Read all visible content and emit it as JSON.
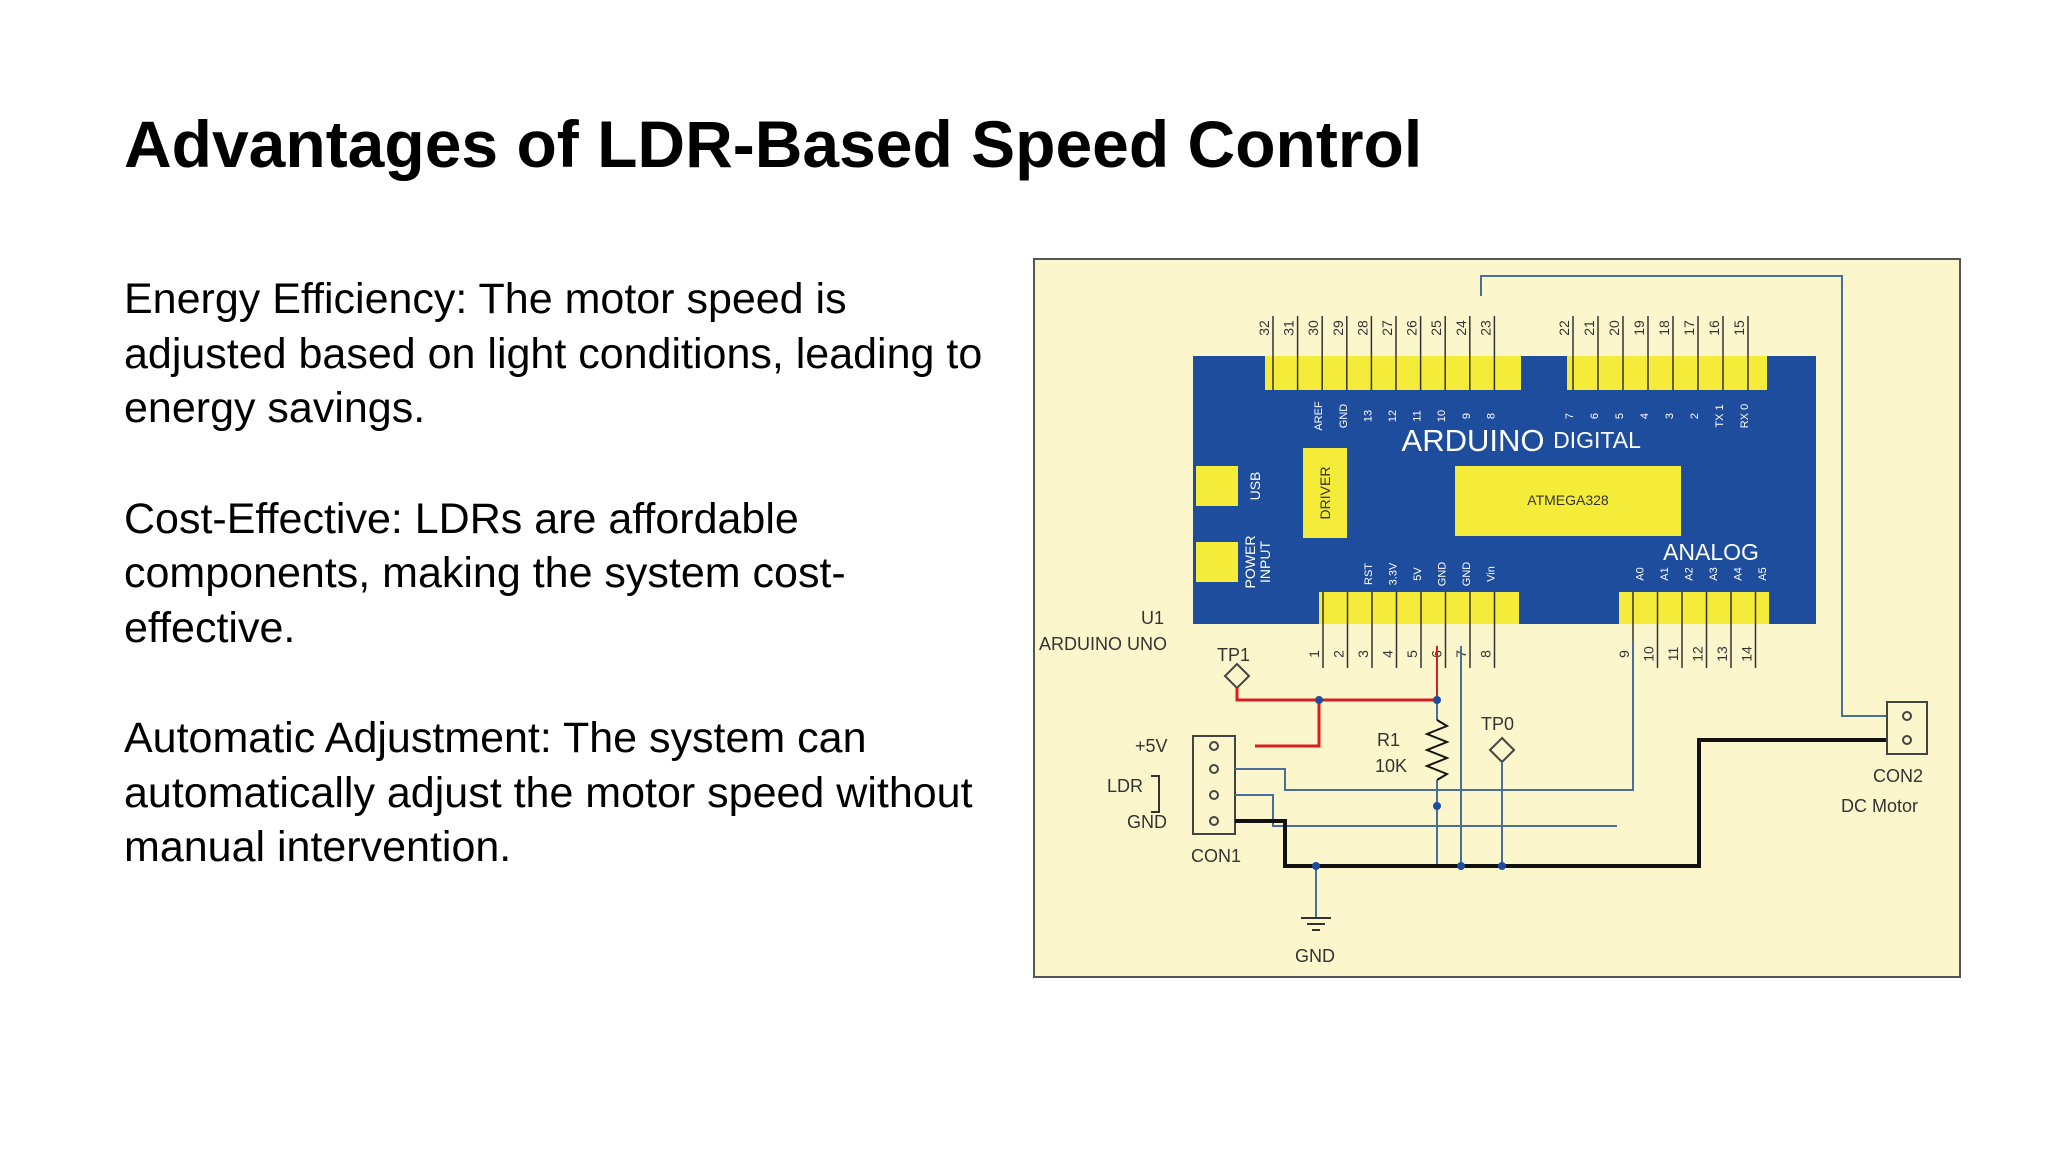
{
  "slide": {
    "title": "Advantages of LDR-Based Speed Control",
    "points": [
      "Energy Efficiency: The motor speed is adjusted based on light conditions, leading to energy savings.",
      "Cost-Effective: LDRs are affordable components, making the system cost-effective.",
      "Automatic Adjustment: The system can automatically adjust the motor speed without manual intervention."
    ]
  },
  "diagram": {
    "board": {
      "name": "ARDUINO",
      "digital": "DIGITAL",
      "analog": "ANALOG",
      "chip": "ATMEGA328",
      "driver": "DRIVER",
      "usb": "USB",
      "power_line1": "POWER",
      "power_line2": "INPUT",
      "ref_line1": "U1",
      "ref_line2": "ARDUINO UNO",
      "top_left_pins": [
        "32",
        "31",
        "30",
        "29",
        "28",
        "27",
        "26",
        "25",
        "24",
        "23"
      ],
      "top_right_pins": [
        "22",
        "21",
        "20",
        "19",
        "18",
        "17",
        "16",
        "15"
      ],
      "top_left_signals": [
        "",
        "",
        "AREF",
        "GND",
        "13",
        "12",
        "11",
        "10",
        "9",
        "8"
      ],
      "top_right_signals": [
        "7",
        "6",
        "5",
        "4",
        "3",
        "2",
        "TX 1",
        "RX 0"
      ],
      "bottom_left_pins": [
        "1",
        "2",
        "3",
        "4",
        "5",
        "6",
        "7",
        "8"
      ],
      "bottom_right_pins": [
        "9",
        "10",
        "11",
        "12",
        "13",
        "14"
      ],
      "bottom_left_signals": [
        "",
        "",
        "RST",
        "3.3V",
        "5V",
        "GND",
        "GND",
        "Vin"
      ],
      "bottom_right_signals": [
        "",
        "A0",
        "A1",
        "A2",
        "A3",
        "A4",
        "A5"
      ]
    },
    "tp1": "TP1",
    "tp0": "TP0",
    "r1_ref": "R1",
    "r1_value": "10K",
    "con1": {
      "ref": "CON1",
      "plus5v": "+5V",
      "ldr": "LDR",
      "gnd": "GND"
    },
    "con2": {
      "ref": "CON2",
      "desc": "DC Motor"
    },
    "gnd": "GND",
    "colors": {
      "background": "#fcf6cc",
      "board": "#1e4d9e",
      "header": "#f5ec3a",
      "wire_blue": "#4a6e9a",
      "wire_red": "#d62020",
      "wire_black": "#111111",
      "label_white": "#ffffff"
    }
  }
}
